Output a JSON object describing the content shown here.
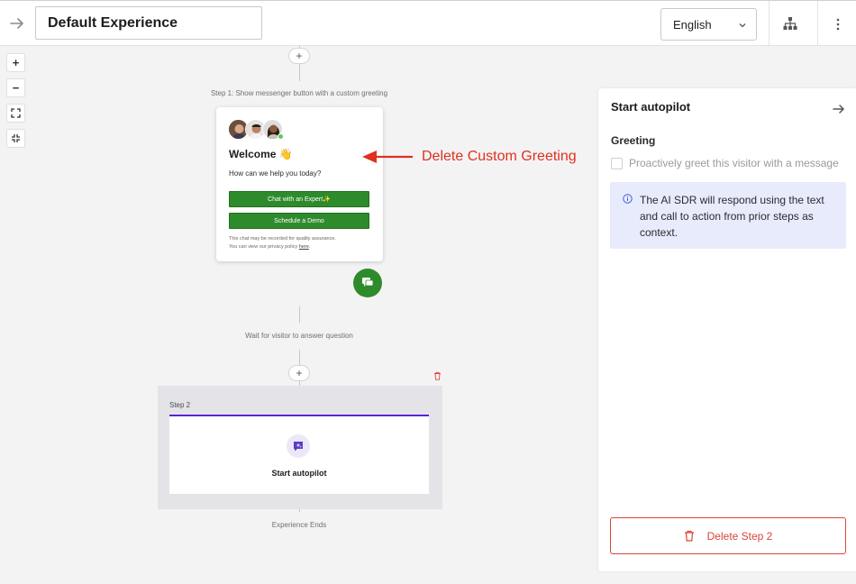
{
  "header": {
    "experience_title": "Default Experience",
    "language_selected": "English"
  },
  "zoom_controls": {
    "zoom_in": "+",
    "zoom_out": "−"
  },
  "flow": {
    "add_symbol": "+",
    "step1_label": "Step 1: Show messenger button with a custom greeting",
    "greeting_card": {
      "welcome": "Welcome",
      "wave_emoji": "👋",
      "question": "How can we help you today?",
      "primary_button": "Chat with an Expert✨",
      "secondary_button": "Schedule a Demo",
      "disclaimer_line1": "This chat may be recorded for quality assurance.",
      "disclaimer_line2_prefix": "You can view our privacy policy ",
      "disclaimer_link": "here",
      "disclaimer_suffix": "."
    },
    "wait_label": "Wait for visitor to answer question",
    "step2": {
      "label": "Step 2",
      "name": "Start autopilot"
    },
    "end_label": "Experience Ends"
  },
  "annotation": {
    "text": "Delete Custom Greeting",
    "color": "#e0301e"
  },
  "panel": {
    "title": "Start autopilot",
    "greeting_section": "Greeting",
    "checkbox_label": "Proactively greet this visitor with a message",
    "checkbox_checked": false,
    "info_text": "The AI SDR will respond using the text and call to action from prior steps as context.",
    "delete_button": "Delete Step 2"
  },
  "colors": {
    "brand_green": "#2e8b2c",
    "step_accent": "#5b21d6",
    "danger": "#d8453a",
    "info_bg": "#e8ebfb"
  }
}
